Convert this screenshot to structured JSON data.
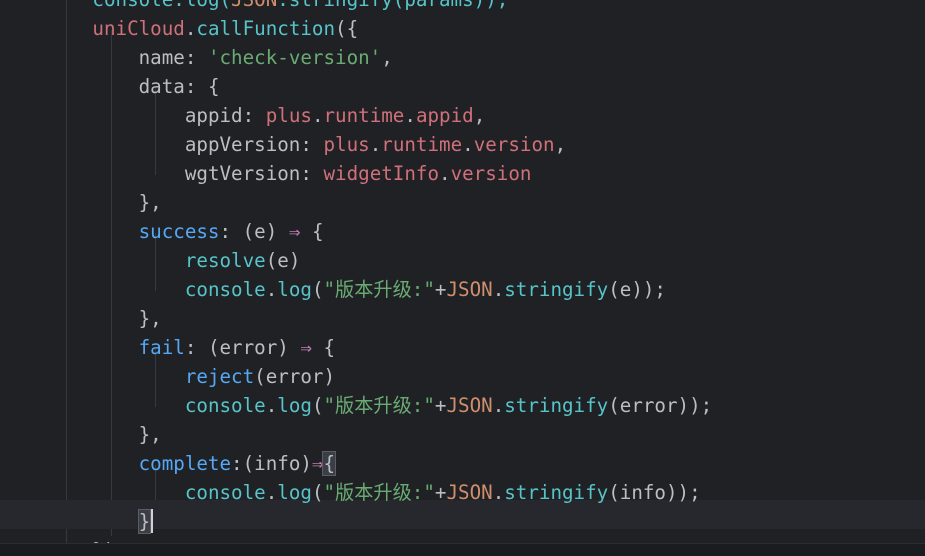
{
  "editor": {
    "lines": [
      {
        "ind": "        ",
        "tokens": [
          {
            "t": "console",
            "c": "t-mth"
          },
          {
            "t": ".log(",
            "c": "t-mth"
          },
          {
            "t": "JSON",
            "c": "t-json"
          },
          {
            "t": ".stringify(params));",
            "c": "t-mth"
          }
        ]
      },
      {
        "ind": "        ",
        "tokens": [
          {
            "t": "uniCloud",
            "c": "t-obj"
          },
          {
            "t": ".",
            "c": "t-punc"
          },
          {
            "t": "callFunction",
            "c": "t-mth"
          },
          {
            "t": "({",
            "c": "t-punc"
          }
        ]
      },
      {
        "ind": "            ",
        "tokens": [
          {
            "t": "name",
            "c": "t-key"
          },
          {
            "t": ": ",
            "c": "t-punc"
          },
          {
            "t": "'check-version'",
            "c": "t-str"
          },
          {
            "t": ",",
            "c": "t-punc"
          }
        ]
      },
      {
        "ind": "            ",
        "tokens": [
          {
            "t": "data",
            "c": "t-key"
          },
          {
            "t": ": {",
            "c": "t-punc"
          }
        ]
      },
      {
        "ind": "                ",
        "tokens": [
          {
            "t": "appid",
            "c": "t-key"
          },
          {
            "t": ": ",
            "c": "t-punc"
          },
          {
            "t": "plus",
            "c": "t-obj"
          },
          {
            "t": ".",
            "c": "t-punc"
          },
          {
            "t": "runtime",
            "c": "t-obj"
          },
          {
            "t": ".",
            "c": "t-punc"
          },
          {
            "t": "appid",
            "c": "t-obj"
          },
          {
            "t": ",",
            "c": "t-punc"
          }
        ]
      },
      {
        "ind": "                ",
        "tokens": [
          {
            "t": "appVersion",
            "c": "t-key"
          },
          {
            "t": ": ",
            "c": "t-punc"
          },
          {
            "t": "plus",
            "c": "t-obj"
          },
          {
            "t": ".",
            "c": "t-punc"
          },
          {
            "t": "runtime",
            "c": "t-obj"
          },
          {
            "t": ".",
            "c": "t-punc"
          },
          {
            "t": "version",
            "c": "t-obj"
          },
          {
            "t": ",",
            "c": "t-punc"
          }
        ]
      },
      {
        "ind": "                ",
        "tokens": [
          {
            "t": "wgtVersion",
            "c": "t-key"
          },
          {
            "t": ": ",
            "c": "t-punc"
          },
          {
            "t": "widgetInfo",
            "c": "t-obj"
          },
          {
            "t": ".",
            "c": "t-punc"
          },
          {
            "t": "version",
            "c": "t-obj"
          }
        ]
      },
      {
        "ind": "            ",
        "tokens": [
          {
            "t": "},",
            "c": "t-punc"
          }
        ]
      },
      {
        "ind": "            ",
        "tokens": [
          {
            "t": "success",
            "c": "t-ev"
          },
          {
            "t": ": ",
            "c": "t-punc"
          },
          {
            "t": "(e) ",
            "c": "t-punc"
          },
          {
            "t": "⇒",
            "c": "t-arrow"
          },
          {
            "t": " {",
            "c": "t-punc"
          }
        ]
      },
      {
        "ind": "                ",
        "tokens": [
          {
            "t": "resolve",
            "c": "t-mth"
          },
          {
            "t": "(e)",
            "c": "t-punc"
          }
        ]
      },
      {
        "ind": "                ",
        "tokens": [
          {
            "t": "console",
            "c": "t-mth"
          },
          {
            "t": ".",
            "c": "t-punc"
          },
          {
            "t": "log",
            "c": "t-mth"
          },
          {
            "t": "(",
            "c": "t-punc"
          },
          {
            "t": "\"版本升级:\"",
            "c": "t-str"
          },
          {
            "t": "+",
            "c": "t-punc"
          },
          {
            "t": "JSON",
            "c": "t-json"
          },
          {
            "t": ".",
            "c": "t-punc"
          },
          {
            "t": "stringify",
            "c": "t-mth"
          },
          {
            "t": "(e));",
            "c": "t-punc"
          }
        ]
      },
      {
        "ind": "            ",
        "tokens": [
          {
            "t": "},",
            "c": "t-punc"
          }
        ]
      },
      {
        "ind": "            ",
        "tokens": [
          {
            "t": "fail",
            "c": "t-ev"
          },
          {
            "t": ": ",
            "c": "t-punc"
          },
          {
            "t": "(error) ",
            "c": "t-punc"
          },
          {
            "t": "⇒",
            "c": "t-arrow"
          },
          {
            "t": " {",
            "c": "t-punc"
          }
        ]
      },
      {
        "ind": "                ",
        "tokens": [
          {
            "t": "reject",
            "c": "t-fn"
          },
          {
            "t": "(error)",
            "c": "t-punc"
          }
        ]
      },
      {
        "ind": "                ",
        "tokens": [
          {
            "t": "console",
            "c": "t-mth"
          },
          {
            "t": ".",
            "c": "t-punc"
          },
          {
            "t": "log",
            "c": "t-mth"
          },
          {
            "t": "(",
            "c": "t-punc"
          },
          {
            "t": "\"版本升级:\"",
            "c": "t-str"
          },
          {
            "t": "+",
            "c": "t-punc"
          },
          {
            "t": "JSON",
            "c": "t-json"
          },
          {
            "t": ".",
            "c": "t-punc"
          },
          {
            "t": "stringify",
            "c": "t-mth"
          },
          {
            "t": "(error));",
            "c": "t-punc"
          }
        ]
      },
      {
        "ind": "            ",
        "tokens": [
          {
            "t": "},",
            "c": "t-punc"
          }
        ]
      },
      {
        "ind": "            ",
        "tokens": [
          {
            "t": "complete",
            "c": "t-ev"
          },
          {
            "t": ":",
            "c": "t-punc"
          },
          {
            "t": "(info)",
            "c": "t-punc"
          },
          {
            "t": "⇒",
            "c": "t-arrow"
          },
          {
            "t": "{",
            "c": "t-punc",
            "hl": true
          }
        ]
      },
      {
        "ind": "                ",
        "tokens": [
          {
            "t": "console",
            "c": "t-mth"
          },
          {
            "t": ".",
            "c": "t-punc"
          },
          {
            "t": "log",
            "c": "t-mth"
          },
          {
            "t": "(",
            "c": "t-punc"
          },
          {
            "t": "\"版本升级:\"",
            "c": "t-str"
          },
          {
            "t": "+",
            "c": "t-punc"
          },
          {
            "t": "JSON",
            "c": "t-json"
          },
          {
            "t": ".",
            "c": "t-punc"
          },
          {
            "t": "stringify",
            "c": "t-mth"
          },
          {
            "t": "(info));",
            "c": "t-punc"
          }
        ]
      },
      {
        "ind": "            ",
        "tokens": [
          {
            "t": "}",
            "c": "t-punc",
            "hl": true,
            "caret": true
          }
        ]
      },
      {
        "ind": "        ",
        "tokens": [
          {
            "t": "})",
            "c": "t-punc"
          }
        ]
      }
    ]
  }
}
